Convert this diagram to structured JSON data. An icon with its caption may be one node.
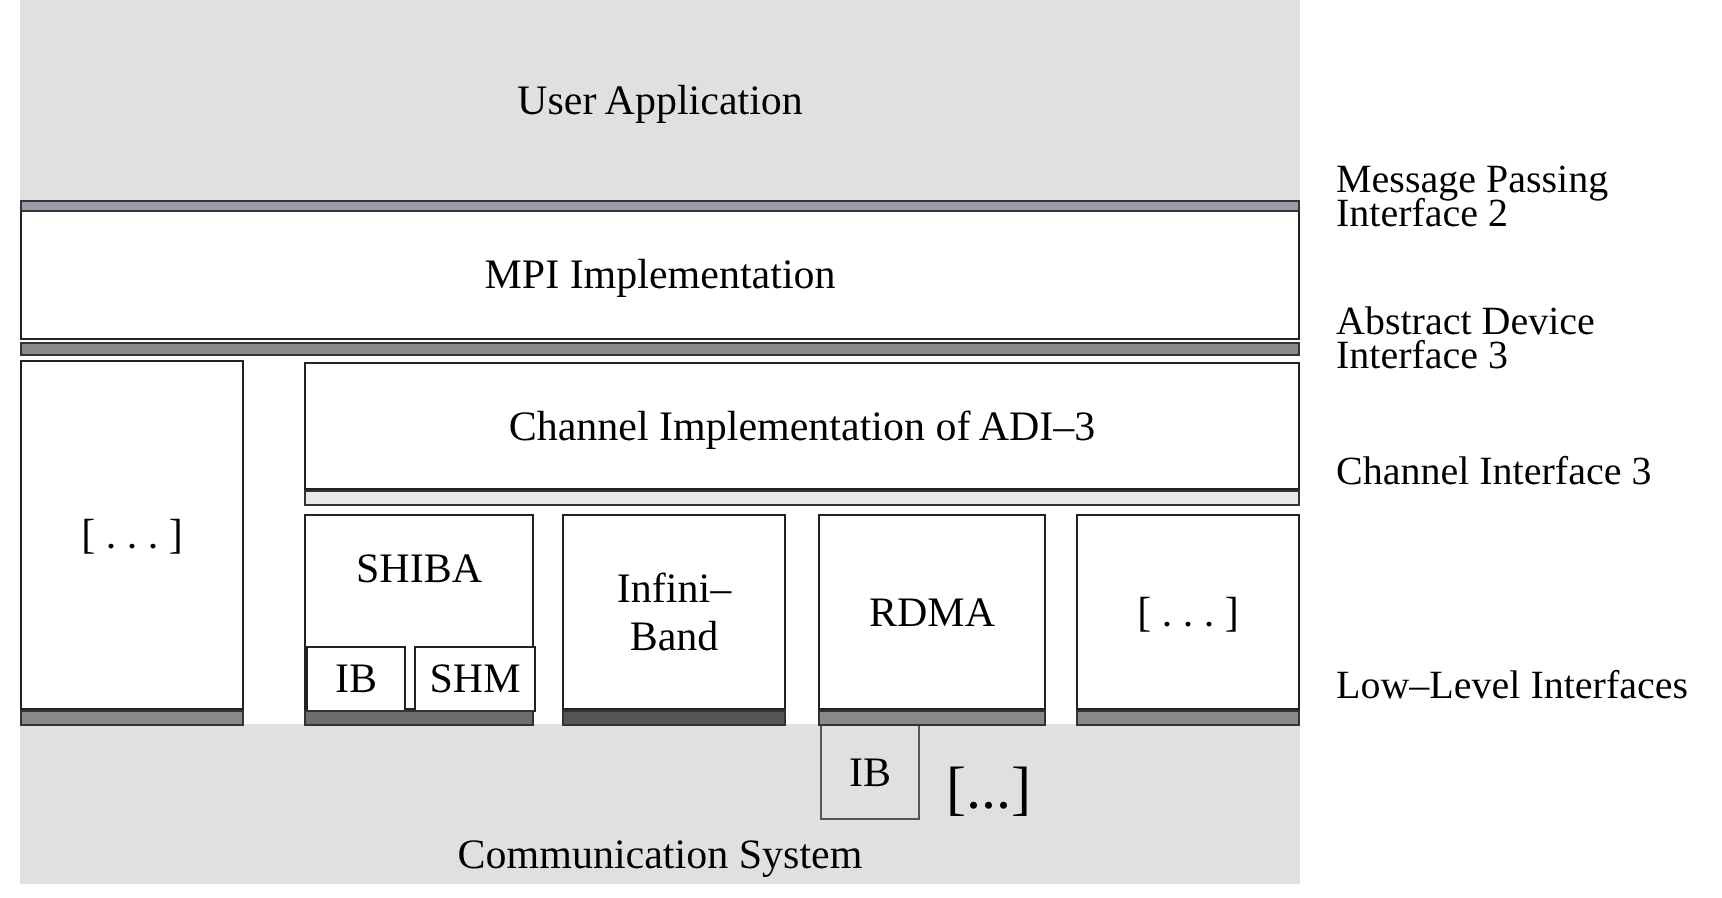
{
  "diagram": {
    "nodes": [
      {
        "text": [
          "User Application"
        ]
      },
      {
        "text": [
          "MPI Implementation"
        ]
      },
      {
        "text": [
          "[ . . . ]"
        ]
      },
      {
        "text": [
          "Channel Implementation of ADI–3"
        ]
      },
      {
        "text": [
          "SHIBA"
        ]
      },
      {
        "text": [
          "IB"
        ],
        "in": 4
      },
      {
        "text": [
          "SHM"
        ],
        "in": 4
      },
      {
        "text": [
          "Infini– Band"
        ]
      },
      {
        "text": [
          "RDMA"
        ]
      },
      {
        "text": [
          "[ . . . ]"
        ]
      },
      {
        "text": [
          "Communication System"
        ]
      },
      {
        "text": [
          "IB"
        ],
        "in": 10
      }
    ],
    "edges": [],
    "labels": [
      "Message Passing Interface 2",
      "Abstract Device Interface 3",
      "Channel Interface 3",
      "Low–Level Interfaces",
      "[...]"
    ]
  }
}
